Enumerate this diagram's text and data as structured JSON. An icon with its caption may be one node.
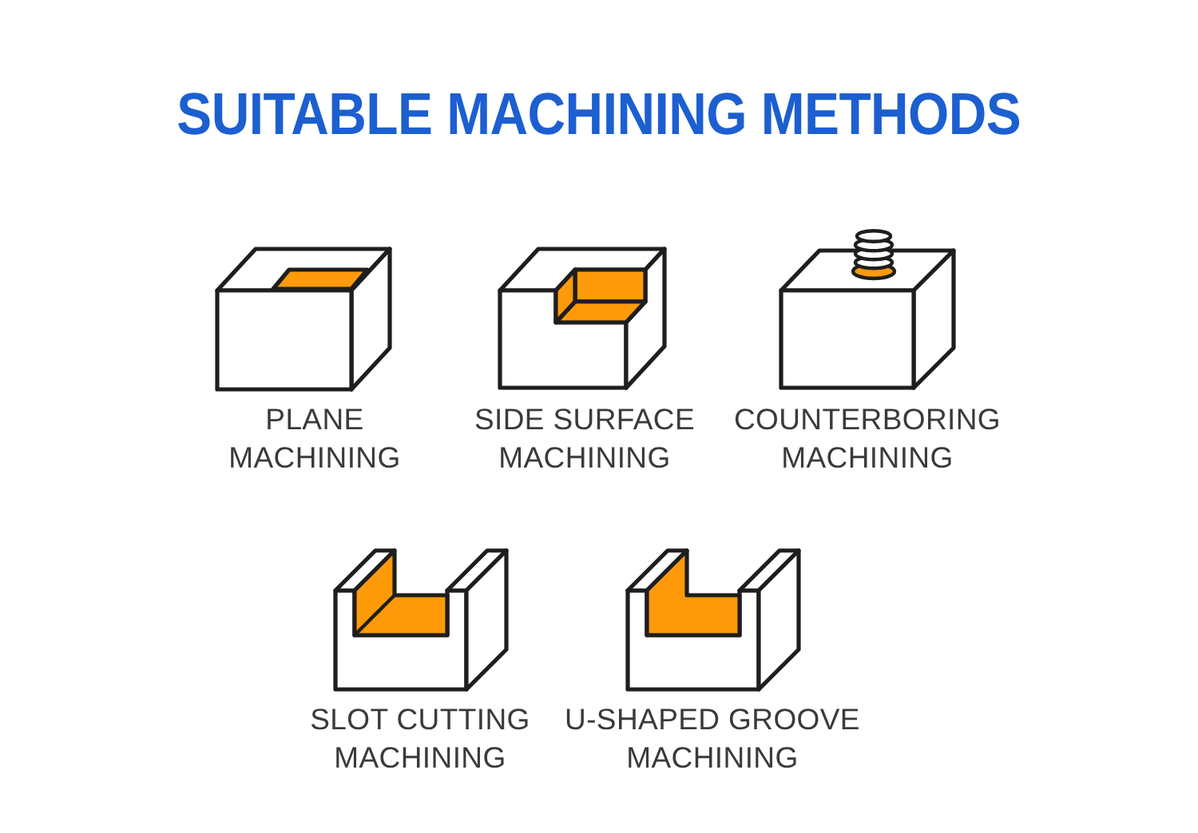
{
  "diagram": {
    "title": "SUITABLE MACHINING METHODS",
    "labels": [
      "PLANE MACHINING",
      "SIDE SURFACE MACHINING",
      "COUNTERBORING MACHINING",
      "SLOT CUTTING MACHINING",
      "U-SHAPED GROOVE MACHINING"
    ]
  }
}
